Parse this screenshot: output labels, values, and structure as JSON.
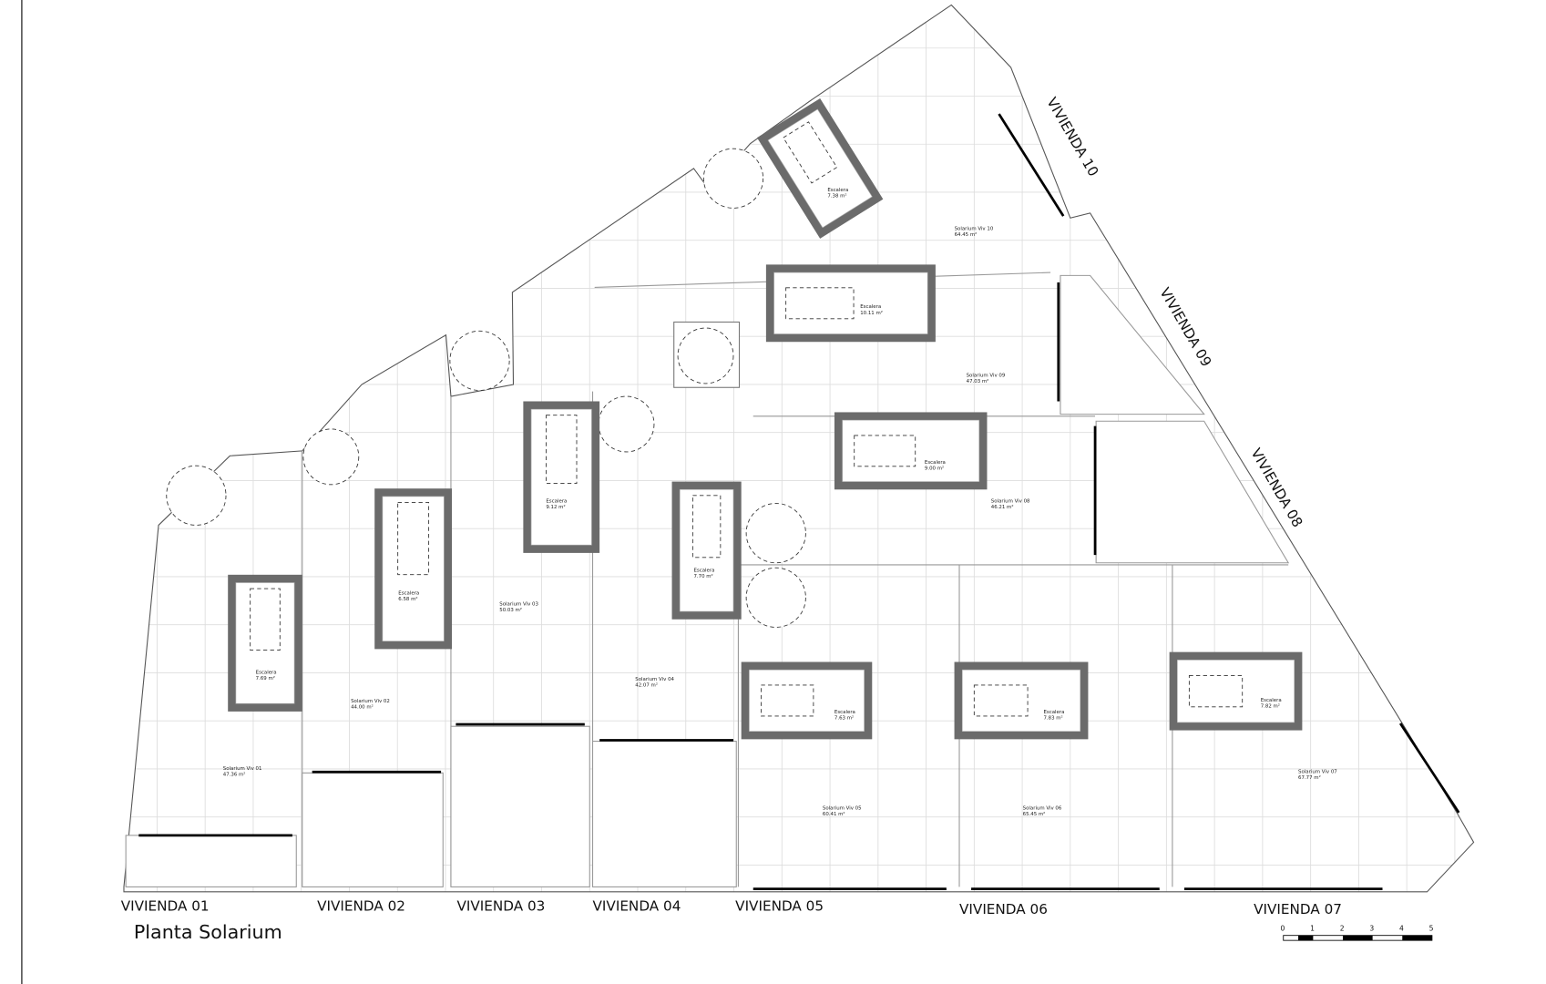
{
  "title": "Planta Solarium",
  "viviendas": [
    "VIVIENDA 01",
    "VIVIENDA 02",
    "VIVIENDA 03",
    "VIVIENDA 04",
    "VIVIENDA 05",
    "VIVIENDA 06",
    "VIVIENDA 07",
    "VIVIENDA 08",
    "VIVIENDA 09",
    "VIVIENDA 10"
  ],
  "solariums": [
    {
      "name": "Solarium Viv 01",
      "area": "47.36 m²"
    },
    {
      "name": "Solarium Viv 02",
      "area": "44.00 m²"
    },
    {
      "name": "Solarium Viv 03",
      "area": "50.03 m²"
    },
    {
      "name": "Solarium Viv 04",
      "area": "42.07 m²"
    },
    {
      "name": "Solarium Viv 05",
      "area": "60.41 m²"
    },
    {
      "name": "Solarium Viv 06",
      "area": "65.45 m²"
    },
    {
      "name": "Solarium Viv 07",
      "area": "67.77 m²"
    },
    {
      "name": "Solarium Viv 08",
      "area": "46.21 m²"
    },
    {
      "name": "Solarium Viv 09",
      "area": "47.03 m²"
    },
    {
      "name": "Solarium Viv 10",
      "area": "64.45 m²"
    }
  ],
  "escaleras": [
    {
      "name": "Escalera",
      "area": "7.69 m²"
    },
    {
      "name": "Escalera",
      "area": "6.58 m²"
    },
    {
      "name": "Escalera",
      "area": "9.12 m²"
    },
    {
      "name": "Escalera",
      "area": "7.70 m²"
    },
    {
      "name": "Escalera",
      "area": "7.63 m²"
    },
    {
      "name": "Escalera",
      "area": "7.83 m²"
    },
    {
      "name": "Escalera",
      "area": "7.82 m²"
    },
    {
      "name": "Escalera",
      "area": "9.00 m²"
    },
    {
      "name": "Escalera",
      "area": "10.11 m²"
    },
    {
      "name": "Escalera",
      "area": "7.38 m²"
    }
  ],
  "scale_bar": {
    "ticks": [
      "0",
      "1",
      "2",
      "3",
      "4",
      "5"
    ]
  }
}
